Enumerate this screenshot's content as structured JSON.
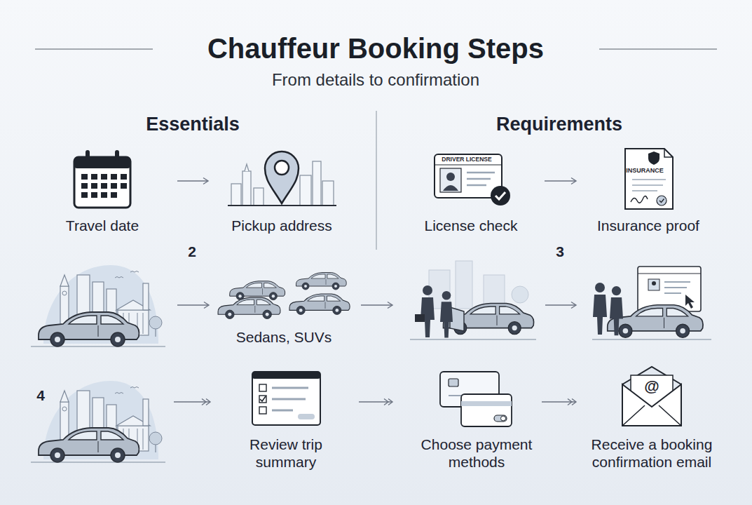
{
  "diagram": {
    "title": "Chauffeur Booking Steps",
    "nodes": [
      {
        "text": [
          "Travel date"
        ]
      },
      {
        "text": [
          "Pickup address"
        ]
      },
      {
        "text": [
          "License check"
        ]
      },
      {
        "text": [
          "Insurance proof"
        ]
      },
      {
        "text": [
          "Sedans, SUVs"
        ]
      },
      {
        "text": [
          "Review trip summary"
        ]
      },
      {
        "text": [
          "Choose payment methods"
        ]
      },
      {
        "text": [
          "Receive a booking confirmation email"
        ]
      }
    ],
    "edges": [
      {
        "from": 0,
        "to": 1,
        "arrow": "to"
      },
      {
        "from": 2,
        "to": 3,
        "arrow": "to"
      },
      {
        "from": 5,
        "to": 6,
        "arrow": "to"
      },
      {
        "from": 6,
        "to": 7,
        "arrow": "to"
      }
    ],
    "labels": [
      "From details to confirmation",
      "Essentials",
      "Requirements",
      "DRIVER LICENSE",
      "INSURANCE",
      "2",
      "3",
      "4",
      "@"
    ]
  }
}
